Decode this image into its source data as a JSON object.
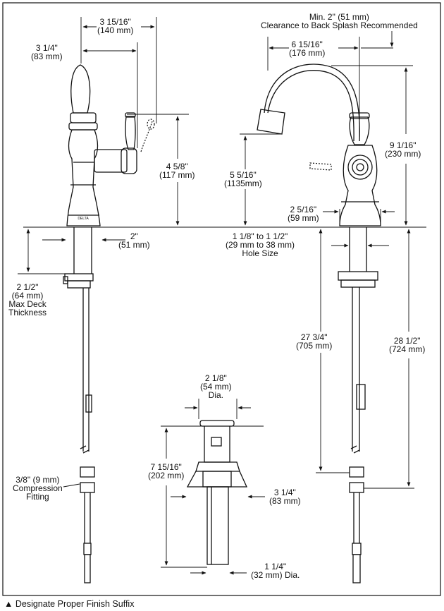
{
  "dimensions": {
    "spout_reach_top": [
      "3 15/16\"",
      "(140 mm)"
    ],
    "handle_offset": [
      "3 1/4\"",
      "(83 mm)"
    ],
    "backsplash": [
      "Min. 2\" (51 mm)",
      "Clearance to Back Splash Recommended"
    ],
    "spout_reach_side": [
      "6 15/16\"",
      "(176 mm)"
    ],
    "overall_height": [
      "9 1/16\"",
      "(230 mm)"
    ],
    "handle_height": [
      "4 5/8\"",
      "(117 mm)"
    ],
    "spout_height": [
      "5 5/16\"",
      "(1135mm)"
    ],
    "base_dia": [
      "2 5/16\"",
      "(59 mm)"
    ],
    "base_width": [
      "2\"",
      "(51 mm)"
    ],
    "hole_size": [
      "1 1/8\" to 1 1/2\"",
      "(29 mm to 38 mm)",
      "Hole Size"
    ],
    "deck_thickness": [
      "2 1/2\"",
      "(64 mm)",
      "Max Deck",
      "Thickness"
    ],
    "supply_length": [
      "27 3/4\"",
      "(705 mm)"
    ],
    "max_length": [
      "28 1/2\"",
      "(724 mm)"
    ],
    "drain_dia": [
      "2 1/8\"",
      "(54 mm)",
      "Dia."
    ],
    "drain_height": [
      "7 15/16\"",
      "(202 mm)"
    ],
    "drain_flange": [
      "3 1/4\"",
      "(83 mm)"
    ],
    "tailpiece_dia": [
      "1 1/4\"",
      "(32 mm) Dia."
    ],
    "compression": [
      "3/8\" (9 mm)",
      "Compression",
      "Fitting"
    ]
  },
  "brand_mark": "DELTA",
  "footer_text": "▲ Designate Proper Finish Suffix"
}
